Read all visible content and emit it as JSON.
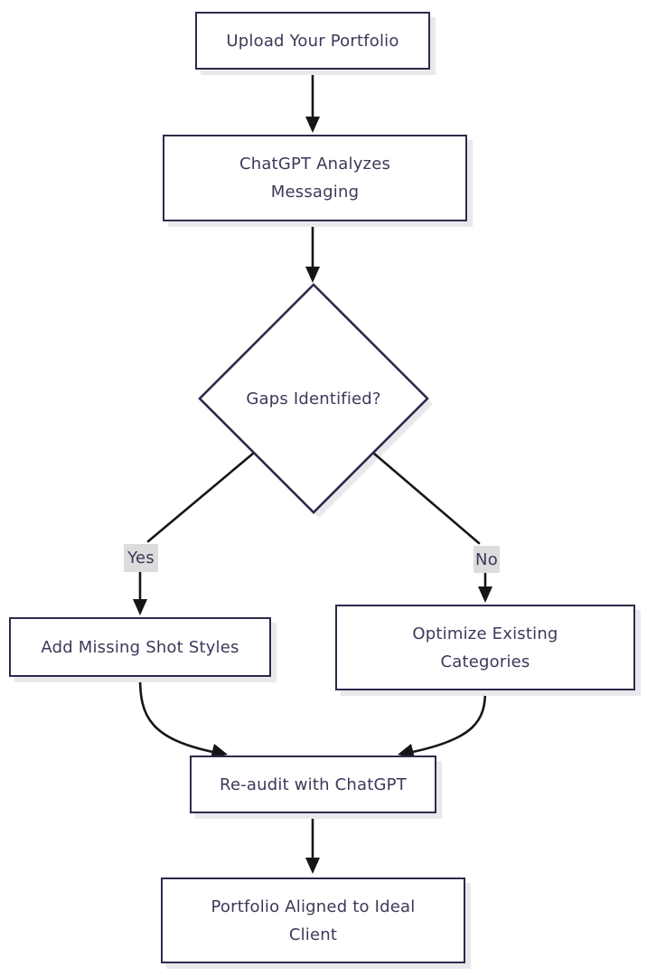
{
  "diagram": {
    "type": "flowchart",
    "nodes": {
      "upload": "Upload Your Portfolio",
      "analyze": "ChatGPT Analyzes\nMessaging",
      "decision": "Gaps Identified?",
      "add_missing": "Add Missing Shot Styles",
      "optimize": "Optimize Existing\nCategories",
      "reaudit": "Re-audit with ChatGPT",
      "aligned": "Portfolio Aligned to Ideal\nClient"
    },
    "edge_labels": {
      "yes": "Yes",
      "no": "No"
    },
    "colors": {
      "node_border": "#2b2b4b",
      "node_fill": "#ffffff",
      "text": "#3a3a59",
      "edge": "#161616",
      "shadow": "#e9e9ec",
      "label_bg": "#dcdcdc",
      "background": "#ffffff"
    }
  }
}
